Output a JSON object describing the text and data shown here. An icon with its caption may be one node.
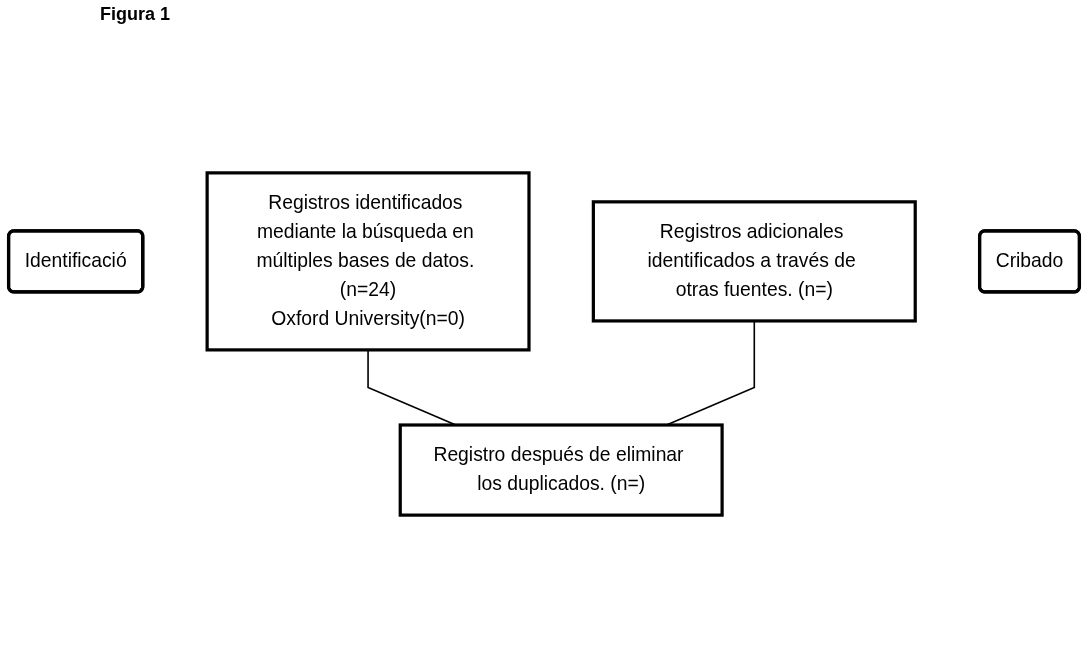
{
  "diagram": {
    "title": "Figura 1",
    "nodes": [
      {
        "text": [
          "Identificació"
        ]
      },
      {
        "text": [
          "Registros identificados mediante la búsqueda en múltiples bases de datos. (n=24)",
          "Oxford University(n=0)"
        ]
      },
      {
        "text": [
          "Registros adicionales identificados a través de otras fuentes. (n=)"
        ]
      },
      {
        "text": [
          "Cribado"
        ]
      },
      {
        "text": [
          "Registro después de eliminar los duplicados. (n=)"
        ]
      }
    ],
    "edges": [
      {
        "from": 1,
        "to": 4,
        "arrow": "none"
      },
      {
        "from": 2,
        "to": 4,
        "arrow": "none"
      }
    ]
  }
}
